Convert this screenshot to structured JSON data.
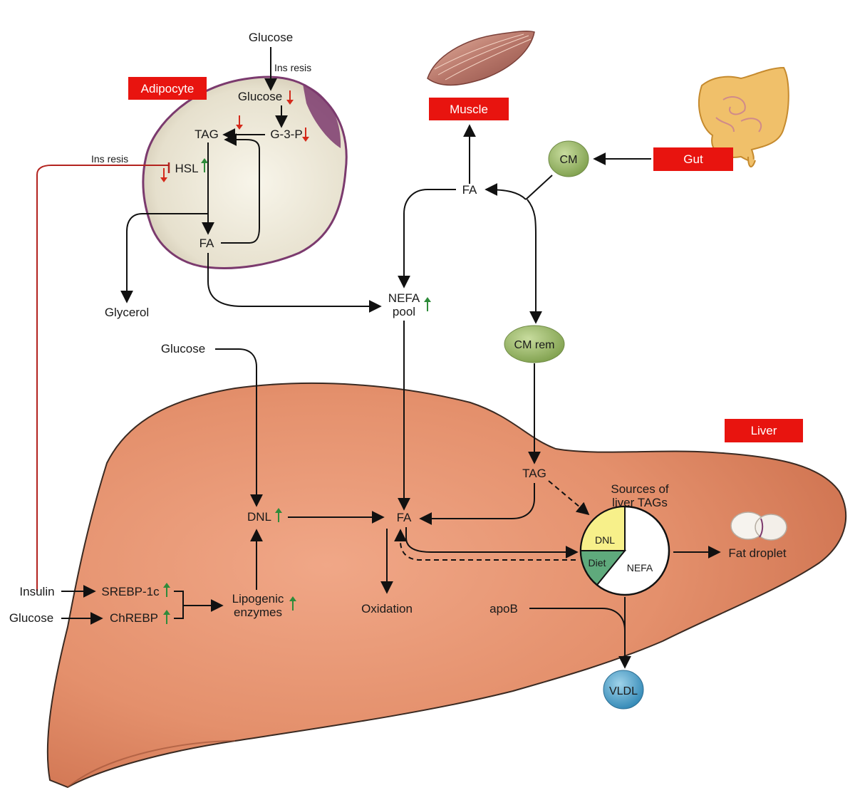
{
  "organ_labels": {
    "adipocyte": "Adipocyte",
    "muscle": "Muscle",
    "gut": "Gut",
    "liver": "Liver"
  },
  "adipocyte": {
    "glucose_in": "Glucose",
    "ins_resis_top": "Ins resis",
    "glucose": "Glucose",
    "g3p": "G-3-P",
    "tag": "TAG",
    "hsl": "HSL",
    "ins_resis_left": "Ins resis",
    "fa": "FA",
    "glycerol": "Glycerol"
  },
  "circulation": {
    "fa": "FA",
    "cm": "CM",
    "nefa_line1": "NEFA",
    "nefa_line2": "pool",
    "cm_rem": "CM rem"
  },
  "liver": {
    "glucose_top": "Glucose",
    "dnl": "DNL",
    "fa": "FA",
    "tag": "TAG",
    "sources_line1": "Sources of",
    "sources_line2": "liver TAGs",
    "pie_dnl": "DNL",
    "pie_diet": "Diet",
    "pie_nefa": "NEFA",
    "fat_droplet": "Fat droplet",
    "insulin": "Insulin",
    "glucose_left": "Glucose",
    "srebp": "SREBP-1c",
    "chrebp": "ChREBP",
    "lipogenic_line1": "Lipogenic",
    "lipogenic_line2": "enzymes",
    "oxidation": "Oxidation",
    "apob": "apoB",
    "vldl": "VLDL"
  },
  "colors": {
    "label_red": "#e8140f",
    "inhibition_red": "#b3231f",
    "increase_green": "#2e8b3a",
    "decrease_red": "#d42a1b",
    "liver_fill": "#e4906c",
    "liver_stroke": "#3a2a22",
    "adipocyte_fill": "#ece7d8",
    "adipocyte_stroke": "#7b3a6e",
    "cm_green": "#9fbd6a",
    "vldl_blue": "#5aa9cf",
    "pie_dnl": "#f7f08a",
    "pie_diet": "#5faa7c",
    "pie_nefa": "#ffffff"
  },
  "icons": [
    "muscle-illustration",
    "intestine-illustration",
    "fat-droplet-illustration",
    "up-arrow-icon",
    "down-arrow-icon"
  ]
}
